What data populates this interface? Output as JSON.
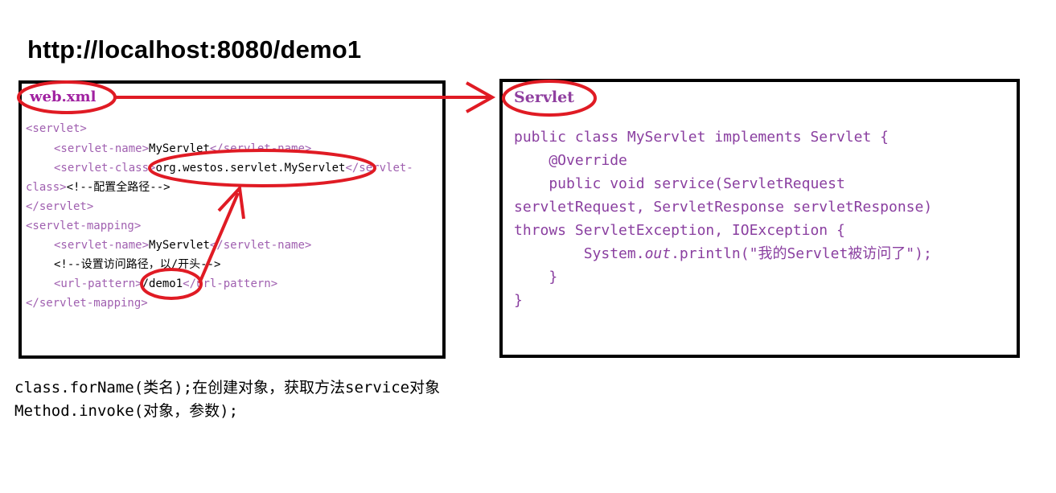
{
  "url": "http://localhost:8080/demo1",
  "xml": {
    "title": "web.xml",
    "servlet_open": "<servlet>",
    "name_open": "<servlet-name>",
    "name_value": "MyServlet",
    "name_close": "</servlet-name>",
    "class_open": "<servlet-class>",
    "class_value": "org.westos.servlet.MyServlet",
    "class_close_a": "</servlet-",
    "class_close_b": "class>",
    "class_comment": "<!--配置全路径-->",
    "servlet_close": "</servlet>",
    "mapping_open": "<servlet-mapping>",
    "mapping_name_open": "<servlet-name>",
    "mapping_name_value": "MyServlet",
    "mapping_name_close": "</servlet-name>",
    "path_comment": "<!--设置访问路径，以/开头-->",
    "pattern_open": "<url-pattern>",
    "pattern_value": "/demo1",
    "pattern_close": "</url-pattern>",
    "mapping_close": "</servlet-mapping>"
  },
  "servlet": {
    "title": "Servlet",
    "lines": [
      "public class MyServlet implements Servlet {",
      "    @Override",
      "    public void service(ServletRequest",
      "servletRequest, ServletResponse servletResponse)",
      "throws ServletException, IOException {"
    ],
    "println_prefix": "        System.",
    "println_out": "out",
    "println_suffix": ".println(\"我的Servlet被访问了\");",
    "close_inner": "    }",
    "close_outer": "}"
  },
  "notes": [
    "class.forName(类名);在创建对象，获取方法service对象",
    "Method.invoke(对象，参数);"
  ],
  "colors": {
    "annotation": "#e01b24",
    "tag": "#a060b0",
    "java": "#8a3fa0"
  }
}
